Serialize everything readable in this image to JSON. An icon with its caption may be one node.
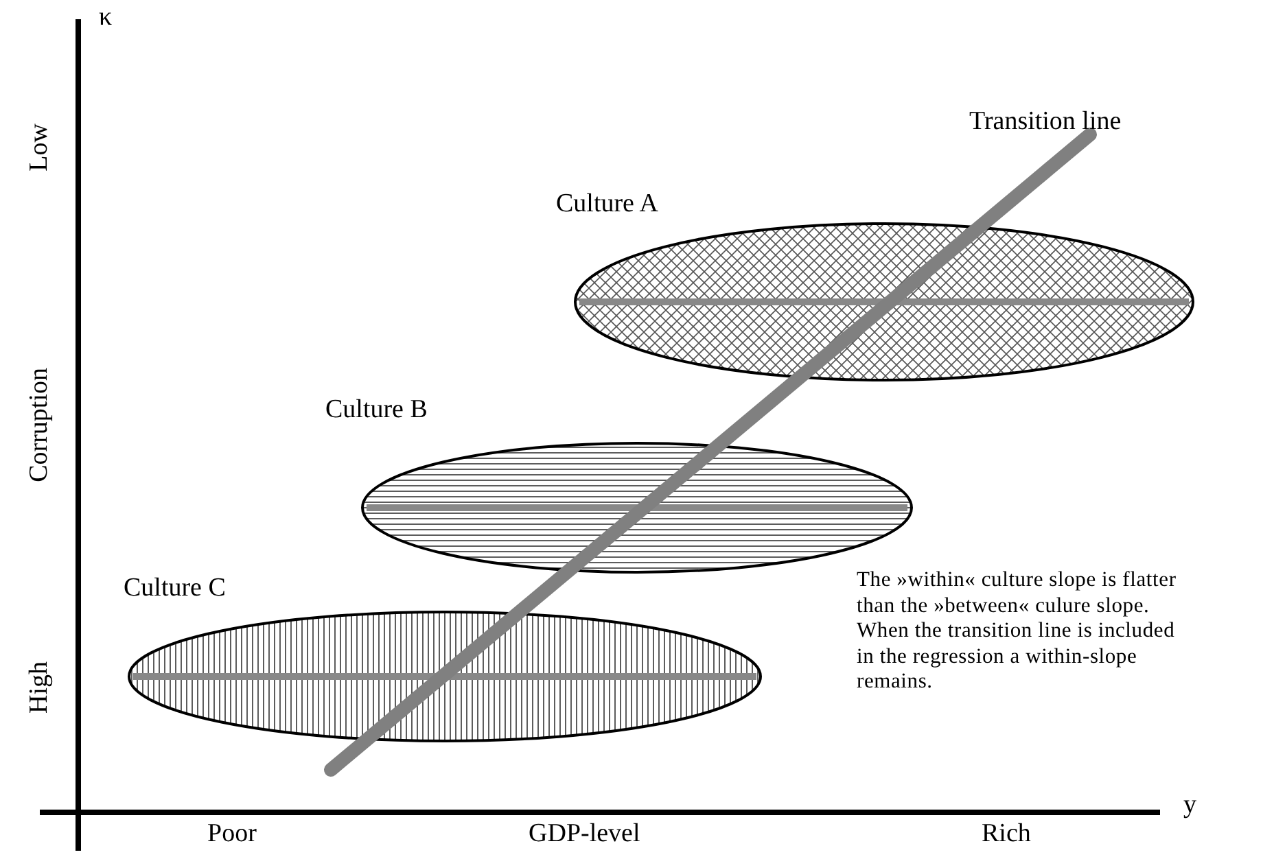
{
  "diagram": {
    "nodes": [
      {
        "text": [
          "Culture A"
        ]
      },
      {
        "text": [
          "Culture B"
        ]
      },
      {
        "text": [
          "Culture C"
        ]
      }
    ],
    "labels": [
      "κ",
      "Transition line",
      "Low",
      "Corruption",
      "High",
      "The »within« culture slope is flatter than the »between« culure slope. When the transition line is included in the regression a within-slope remains.",
      "y",
      "Poor",
      "GDP-level",
      "Rich"
    ]
  }
}
